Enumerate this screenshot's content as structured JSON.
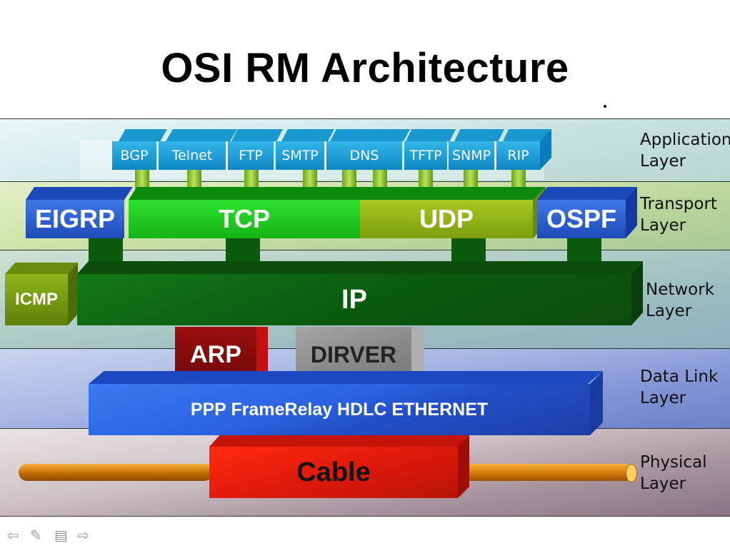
{
  "title": "OSI RM Architecture",
  "layers": {
    "application": "Application Layer",
    "transport": "Transport Layer",
    "network": "Network Layer",
    "datalink": "Data Link Layer",
    "physical": "Physical Layer"
  },
  "app_protocols": [
    "BGP",
    "Telnet",
    "FTP",
    "SMTP",
    "DNS",
    "TFTP",
    "SNMP",
    "RIP"
  ],
  "transport": {
    "eigrp": "EIGRP",
    "tcp": "TCP",
    "udp": "UDP",
    "ospf": "OSPF"
  },
  "network": {
    "icmp": "ICMP",
    "ip": "IP"
  },
  "link": {
    "arp": "ARP",
    "driver": "DIRVER",
    "protocols": "PPP FrameRelay HDLC ETHERNET"
  },
  "physical": {
    "cable": "Cable"
  },
  "nav_icons": [
    "back-arrow-icon",
    "pen-icon",
    "menu-icon",
    "forward-arrow-icon"
  ],
  "colors": {
    "application": "#1a99d1",
    "tcp": "#1ec81e",
    "udp": "#8fb214",
    "ip": "#0c6010",
    "eigrp": "#2a5fd0",
    "arp": "#8a0c0c",
    "driver": "#8a8a8a",
    "datalink": "#2b66e8",
    "cable": "#e01a0a"
  }
}
